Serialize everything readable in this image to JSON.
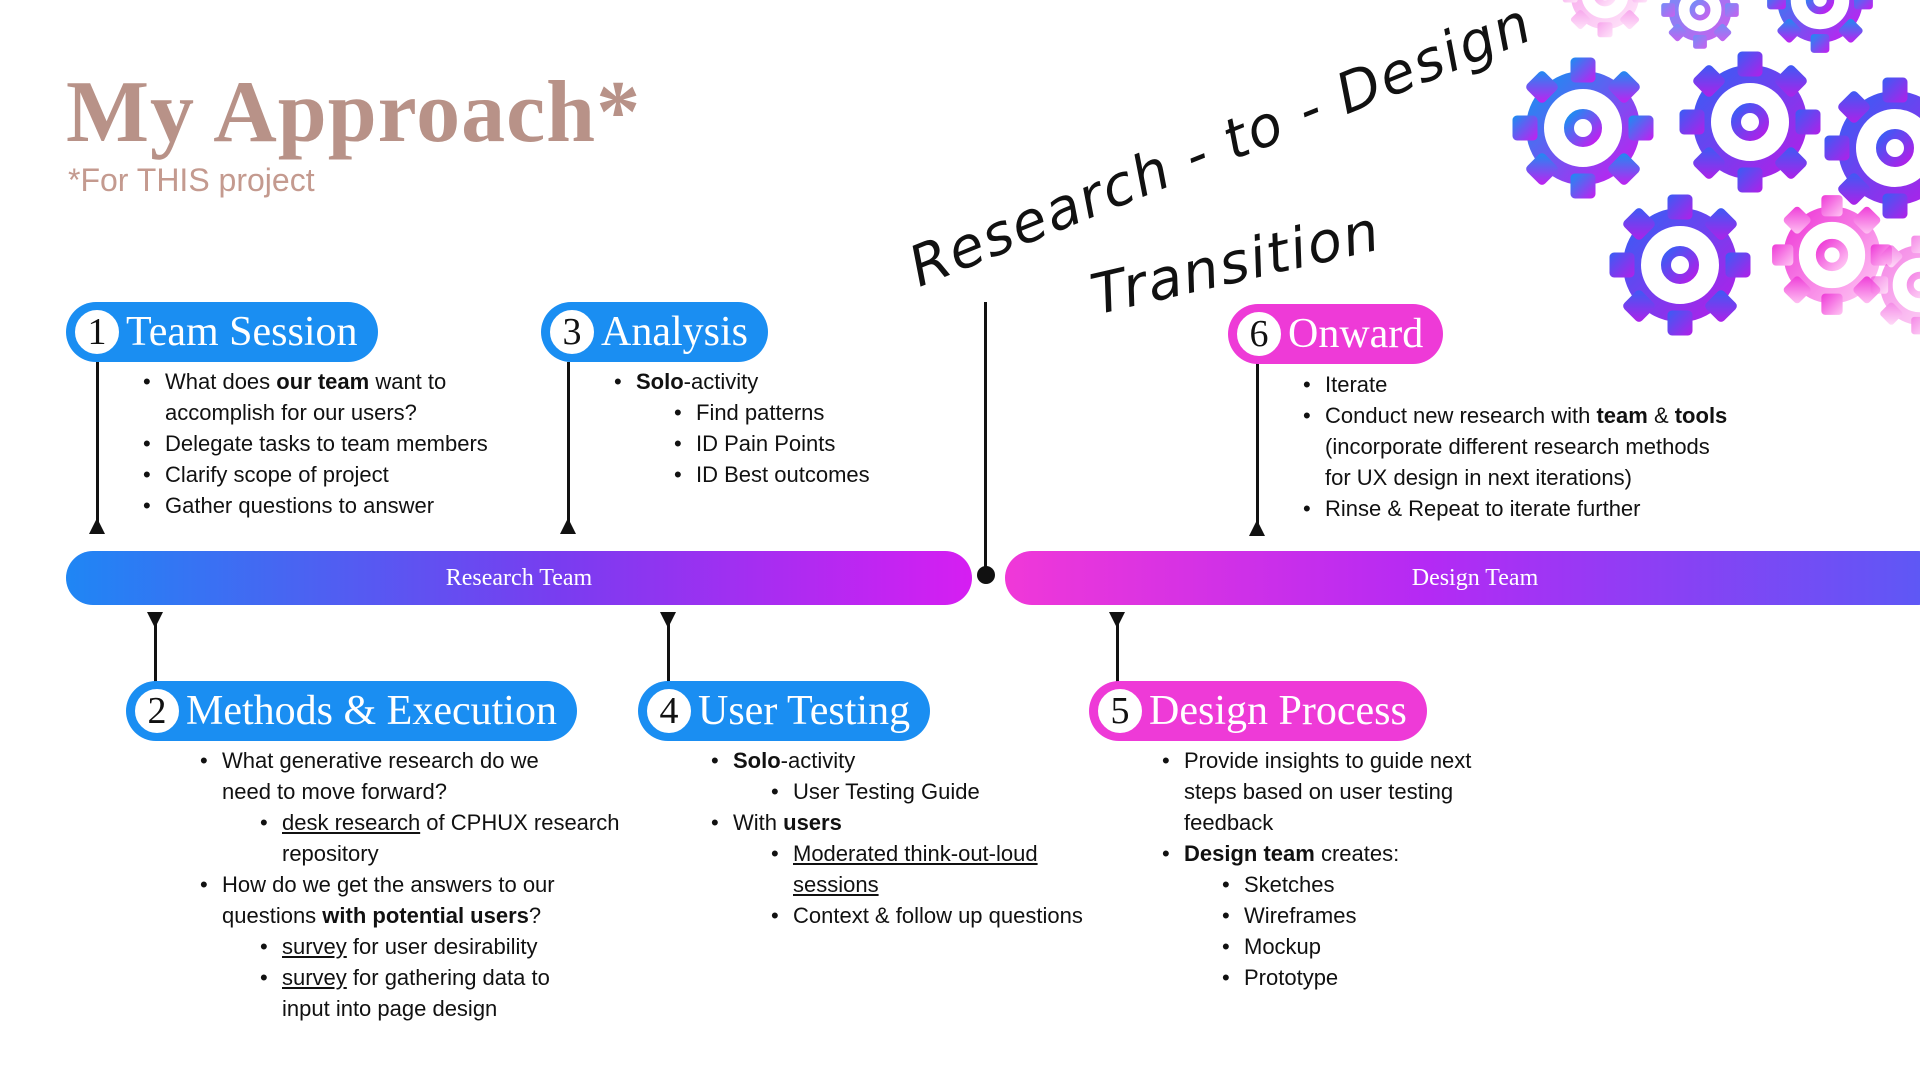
{
  "title": "My Approach*",
  "subtitle": "*For THIS project",
  "handwritten": {
    "line1": "Research - to - Design",
    "line2": "Transition"
  },
  "colors": {
    "blue": "#1a8ef2",
    "pink": "#ee3ad7",
    "title": "#b89288"
  },
  "bands": {
    "research": "Research Team",
    "design": "Design Team"
  },
  "steps": {
    "s1": {
      "num": "1",
      "label": "Team Session"
    },
    "s2": {
      "num": "2",
      "label": "Methods & Execution"
    },
    "s3": {
      "num": "3",
      "label": "Analysis"
    },
    "s4": {
      "num": "4",
      "label": "User Testing"
    },
    "s5": {
      "num": "5",
      "label": "Design Process"
    },
    "s6": {
      "num": "6",
      "label": "Onward"
    }
  },
  "text": {
    "s1": {
      "b1a": "What does ",
      "b1b": "our team",
      "b1c": " want to",
      "b1d": "accomplish for our users?",
      "b2": "Delegate tasks to team members",
      "b3": "Clarify scope of project",
      "b4": "Gather questions to answer"
    },
    "s2": {
      "b1a": "What generative research do we",
      "b1b": "need to move forward?",
      "sub1a": "desk research",
      "sub1b": " of CPHUX research",
      "sub1c": "repository",
      "b2a": "How do we get the answers to our",
      "b2b": "questions ",
      "b2c": "with potential users",
      "b2d": "?",
      "sub2a": "survey",
      "sub2b": " for user desirability",
      "sub3a": "survey",
      "sub3b": " for gathering data to",
      "sub3c": "input into page design"
    },
    "s3": {
      "b1a": "Solo",
      "b1b": "-activity",
      "sub1": "Find patterns",
      "sub2": "ID Pain Points",
      "sub3": "ID Best outcomes"
    },
    "s4": {
      "b1a": "Solo",
      "b1b": "-activity",
      "sub1": "User Testing Guide",
      "b2a": "With ",
      "b2b": "users",
      "sub2a": "Moderated think-out-loud",
      "sub2b": "sessions",
      "sub3": "Context & follow up questions"
    },
    "s5": {
      "b1a": "Provide insights to guide next",
      "b1b": "steps based on user testing",
      "b1c": "feedback",
      "b2a": "Design team",
      "b2b": " creates:",
      "sub1": "Sketches",
      "sub2": "Wireframes",
      "sub3": "Mockup",
      "sub4": "Prototype"
    },
    "s6": {
      "b1": "Iterate",
      "b2a": "Conduct new research with ",
      "b2b": "team",
      "b2c": " & ",
      "b2d": "tools",
      "b2e": "(incorporate different research methods",
      "b2f": "for UX design in next iterations)",
      "b3": "Rinse & Repeat to iterate further"
    }
  }
}
